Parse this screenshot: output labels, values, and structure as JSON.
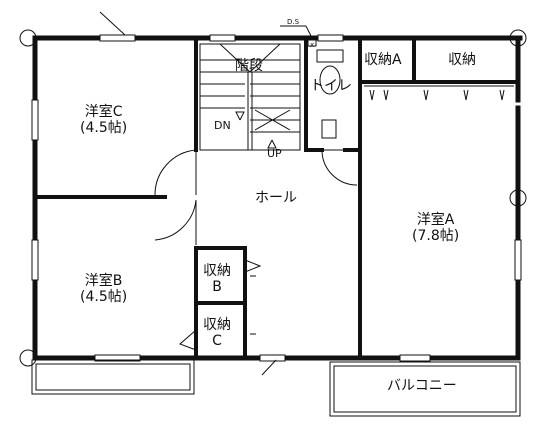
{
  "floor_plan": {
    "rooms": {
      "room_c": {
        "name": "洋室C",
        "size": "(4.5帖)"
      },
      "room_b": {
        "name": "洋室B",
        "size": "(4.5帖)"
      },
      "room_a": {
        "name": "洋室A",
        "size": "(7.8帖)"
      },
      "hall": {
        "name": "ホール"
      },
      "stairs": {
        "name": "階段"
      },
      "toilet": {
        "name": "トイレ"
      },
      "storage_a": {
        "name": "収納A"
      },
      "storage_top": {
        "name": "収納"
      },
      "storage_b": {
        "name": "収納",
        "sub": "B"
      },
      "storage_c": {
        "name": "収納",
        "sub": "C"
      },
      "balcony": {
        "name": "バルコニー"
      }
    },
    "markers": {
      "down": "DN",
      "up": "UP",
      "ds": "D.S",
      "x_mark": "x"
    }
  }
}
